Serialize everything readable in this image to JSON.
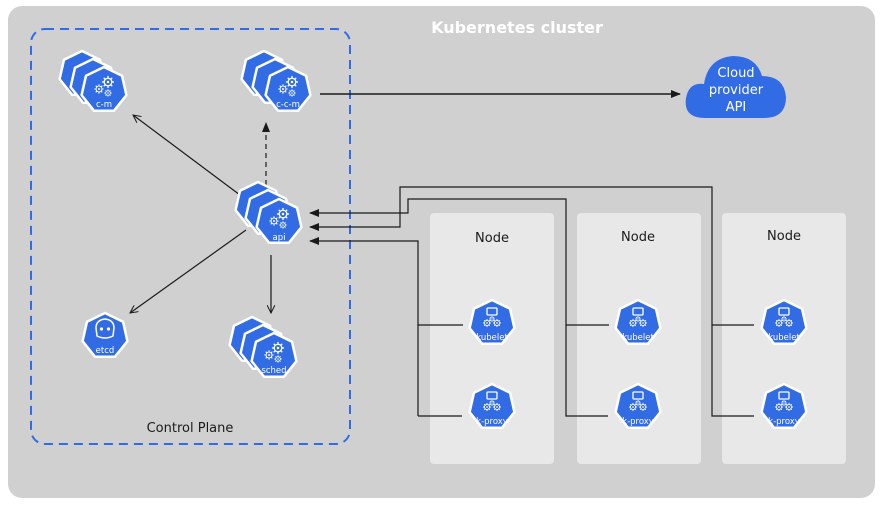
{
  "cluster": {
    "title": "Kubernetes cluster"
  },
  "control_plane": {
    "label": "Control Plane",
    "components": {
      "cm": "c-m",
      "ccm": "c-c-m",
      "api": "api",
      "etcd": "etcd",
      "sched": "sched"
    }
  },
  "cloud": {
    "line1": "Cloud",
    "line2": "provider",
    "line3": "API"
  },
  "nodes": [
    {
      "title": "Node",
      "kubelet": "kubelet",
      "proxy": "k-proxy"
    },
    {
      "title": "Node",
      "kubelet": "kubelet",
      "proxy": "k-proxy"
    },
    {
      "title": "Node",
      "kubelet": "kubelet",
      "proxy": "k-proxy"
    }
  ],
  "colors": {
    "cluster_bg": "#d0d0d0",
    "node_bg": "#e8e8e8",
    "k8s_blue": "#326ce5",
    "control_plane_border": "#326ce5",
    "arrow": "#1a1a1a"
  }
}
